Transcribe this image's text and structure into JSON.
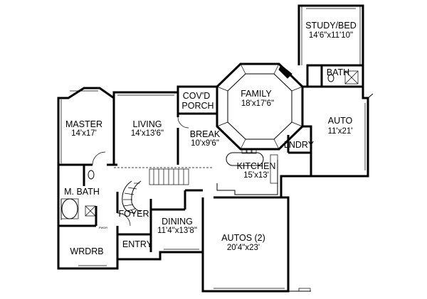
{
  "rooms": {
    "study": {
      "name": "STUDY/BED",
      "dims": "14'6\"x11'10\""
    },
    "bath": {
      "name": "BATH"
    },
    "family": {
      "name": "FAMILY",
      "dims": "18'x17'6\""
    },
    "covd_porch": {
      "line1": "COV'D",
      "line2": "PORCH"
    },
    "master": {
      "name": "MASTER",
      "dims": "14'x17'"
    },
    "living": {
      "name": "LIVING",
      "dims": "14'x13'6\""
    },
    "break": {
      "name": "BREAK",
      "dims": "10'x9'6\""
    },
    "auto": {
      "name": "AUTO",
      "dims": "11'x21'"
    },
    "lndry": {
      "name": "LNDRY"
    },
    "kitchen": {
      "name": "KITCHEN",
      "dims": "15'x13'"
    },
    "m_bath": {
      "name": "M. BATH"
    },
    "foyer": {
      "name": "FOYER"
    },
    "dining": {
      "name": "DINING",
      "dims": "11'4\"x13'8\""
    },
    "autos2": {
      "name": "AUTOS (2)",
      "dims": "20'4\"x23'"
    },
    "wrdrb": {
      "name": "WRDRB"
    },
    "entry": {
      "name": "ENTRY"
    }
  },
  "fixtures": {
    "pwdr": "PWDR"
  }
}
